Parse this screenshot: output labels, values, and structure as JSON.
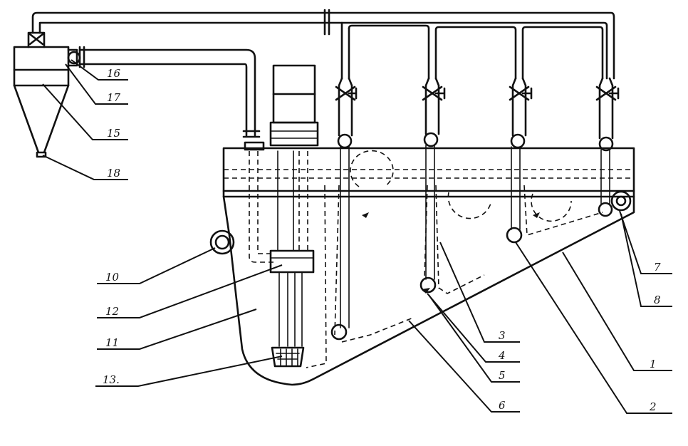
{
  "diagram": {
    "labels": {
      "l1": "1",
      "l2": "2",
      "l3": "3",
      "l4": "4",
      "l5": "5",
      "l6": "6",
      "l7": "7",
      "l8": "8",
      "l10": "10",
      "l11": "11",
      "l12": "12",
      "l13": "13.",
      "l15": "15",
      "l16": "16",
      "l17": "17",
      "l18": "18"
    }
  }
}
